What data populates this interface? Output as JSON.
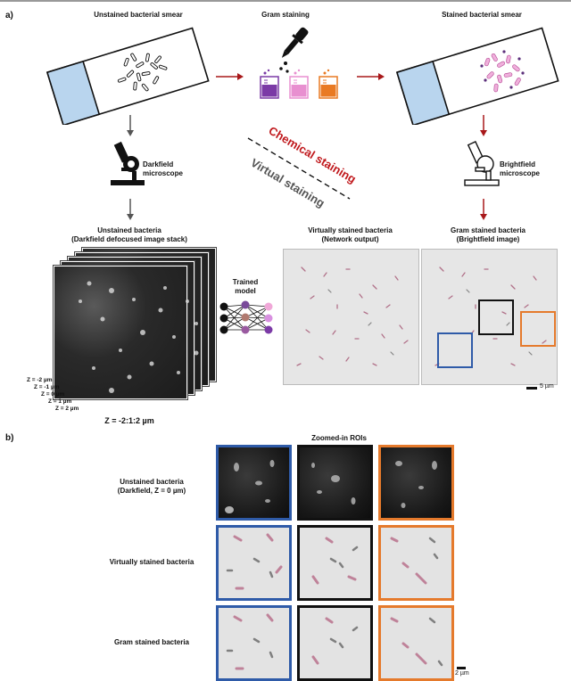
{
  "panel_a": {
    "letter": "a)",
    "unstained_smear": "Unstained bacterial smear",
    "gram_staining": "Gram staining",
    "stained_smear": "Stained bacterial smear",
    "darkfield": [
      "Darkfield",
      "microscope"
    ],
    "brightfield": [
      "Brightfield",
      "microscope"
    ],
    "chemical": "Chemical staining",
    "virtual": "Virtual staining",
    "unstained_bacteria": [
      "Unstained bacteria",
      "(Darkfield defocused image stack)"
    ],
    "trained_model": [
      "Trained",
      "model"
    ],
    "virtually_stained": [
      "Virtually stained bacteria",
      "(Network output)"
    ],
    "gram_stained": [
      "Gram stained bacteria",
      "(Brightfield image)"
    ],
    "z_labels": [
      "Z = -2 µm",
      "Z = -1 µm",
      "Z = 0 µm",
      "Z = 1 µm",
      "Z = 2 µm"
    ],
    "z_range": "Z = -2:1:2 µm",
    "scale_5um": "5 µm"
  },
  "panel_b": {
    "letter": "b)",
    "zoomed": "Zoomed-in ROIs",
    "row1": [
      "Unstained bacteria",
      "(Darkfield, Z = 0 µm)"
    ],
    "row2": "Virtually stained bacteria",
    "row3": "Gram stained bacteria",
    "scale_2um": "2 µm"
  },
  "colors": {
    "chemical": "#c0191d",
    "virtual": "#555555",
    "arrow_red": "#a8181a",
    "arrow_gray": "#555555",
    "roi_blue": "#2f5ba8",
    "roi_black": "#111111",
    "roi_orange": "#e57a2c",
    "slide_blue": "#b9d5ee",
    "beaker_purple": "#7b3aa6",
    "beaker_pink": "#e88fd0",
    "beaker_orange": "#e97a23"
  }
}
